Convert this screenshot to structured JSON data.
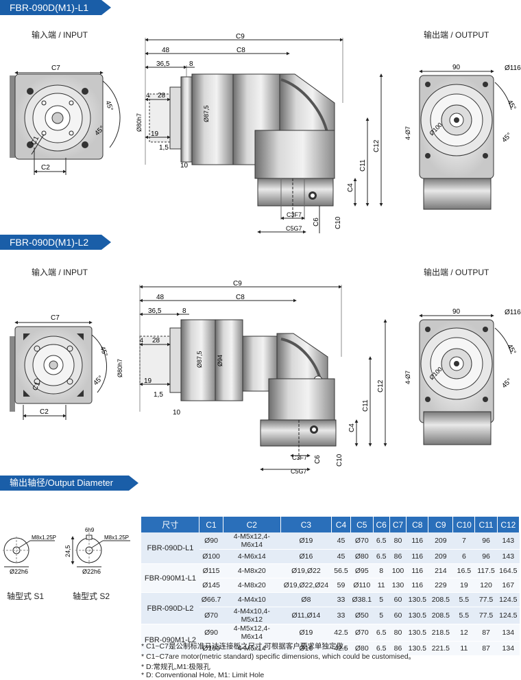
{
  "sections": [
    {
      "title": "FBR-090D(M1)-L1",
      "input_label": "输入端 / INPUT",
      "output_label": "输出端 / OUTPUT"
    },
    {
      "title": "FBR-090D(M1)-L2",
      "input_label": "输入端 / INPUT",
      "output_label": "输出端 / OUTPUT"
    }
  ],
  "dims": {
    "C1": "C1",
    "C2": "C2",
    "C3": "C3F7",
    "C4": "C4",
    "C5": "C5G7",
    "C6": "C6",
    "C7": "C7",
    "C8": "C8",
    "C9": "C9",
    "C10": "C10",
    "C11": "C11",
    "C12": "C12",
    "d48": "48",
    "d36_5": "36,5",
    "d8": "8",
    "d4": "4",
    "d28": "28",
    "d19": "19",
    "d1_5": "1,5",
    "d10": "10",
    "d80": "Ø80h7",
    "d87_5": "Ø87,5",
    "d94": "Ø94",
    "d90": "90",
    "d116": "Ø116",
    "d100": "Ø100",
    "holes": "4-Ø7",
    "angle": "45°"
  },
  "output_diameter": {
    "title": "输出轴径/Output Diameter",
    "s1": {
      "label": "轴型式 S1",
      "thread": "M8x1.25P",
      "dia": "Ø22h6"
    },
    "s2": {
      "label": "轴型式 S2",
      "key": "6h9",
      "thread": "M8x1.25P",
      "height": "24,5",
      "dia": "Ø22h6"
    }
  },
  "table": {
    "headers": [
      "尺寸",
      "C1",
      "C2",
      "C3",
      "C4",
      "C5",
      "C6",
      "C7",
      "C8",
      "C9",
      "C10",
      "C11",
      "C12"
    ],
    "groups": [
      {
        "model": "FBR-090D-L1",
        "rows": [
          [
            "Ø90",
            "4-M5x12,4-M6x14",
            "Ø19",
            "45",
            "Ø70",
            "6.5",
            "80",
            "116",
            "209",
            "7",
            "96",
            "143"
          ],
          [
            "Ø100",
            "4-M6x14",
            "Ø16",
            "45",
            "Ø80",
            "6.5",
            "86",
            "116",
            "209",
            "6",
            "96",
            "143"
          ]
        ]
      },
      {
        "model": "FBR-090M1-L1",
        "rows": [
          [
            "Ø115",
            "4-M8x20",
            "Ø19,Ø22",
            "56.5",
            "Ø95",
            "8",
            "100",
            "116",
            "214",
            "16.5",
            "117.5",
            "164.5"
          ],
          [
            "Ø145",
            "4-M8x20",
            "Ø19,Ø22,Ø24",
            "59",
            "Ø110",
            "11",
            "130",
            "116",
            "229",
            "19",
            "120",
            "167"
          ]
        ]
      },
      {
        "model": "FBR-090D-L2",
        "rows": [
          [
            "Ø66.7",
            "4-M4x10",
            "Ø8",
            "33",
            "Ø38.1",
            "5",
            "60",
            "130.5",
            "208.5",
            "5.5",
            "77.5",
            "124.5"
          ],
          [
            "Ø70",
            "4-M4x10,4-M5x12",
            "Ø11,Ø14",
            "33",
            "Ø50",
            "5",
            "60",
            "130.5",
            "208.5",
            "5.5",
            "77.5",
            "124.5"
          ]
        ]
      },
      {
        "model": "FBR-090M1-L2",
        "rows": [
          [
            "Ø90",
            "4-M5x12,4-M6x14",
            "Ø19",
            "42.5",
            "Ø70",
            "6.5",
            "80",
            "130.5",
            "218.5",
            "12",
            "87",
            "134"
          ],
          [
            "Ø100",
            "4-M6x14",
            "Ø16",
            "42.5",
            "Ø80",
            "6.5",
            "86",
            "130.5",
            "221.5",
            "11",
            "87",
            "134"
          ]
        ]
      }
    ]
  },
  "notes": [
    "* C1~C7是公制标准马达连接板之尺寸,可根据客户要求单独定做。",
    "* C1~C7are motor(metric standard)  specific dimensions, which could be customised。",
    "* D:常规孔,M1:极限孔",
    "* D: Conventional Hole, M1: Limit Hole"
  ],
  "colors": {
    "header_blue": "#1a5ea8",
    "table_header": "#2a6fba",
    "row_a": "#e4ecf6",
    "row_b": "#f5f8fc"
  }
}
